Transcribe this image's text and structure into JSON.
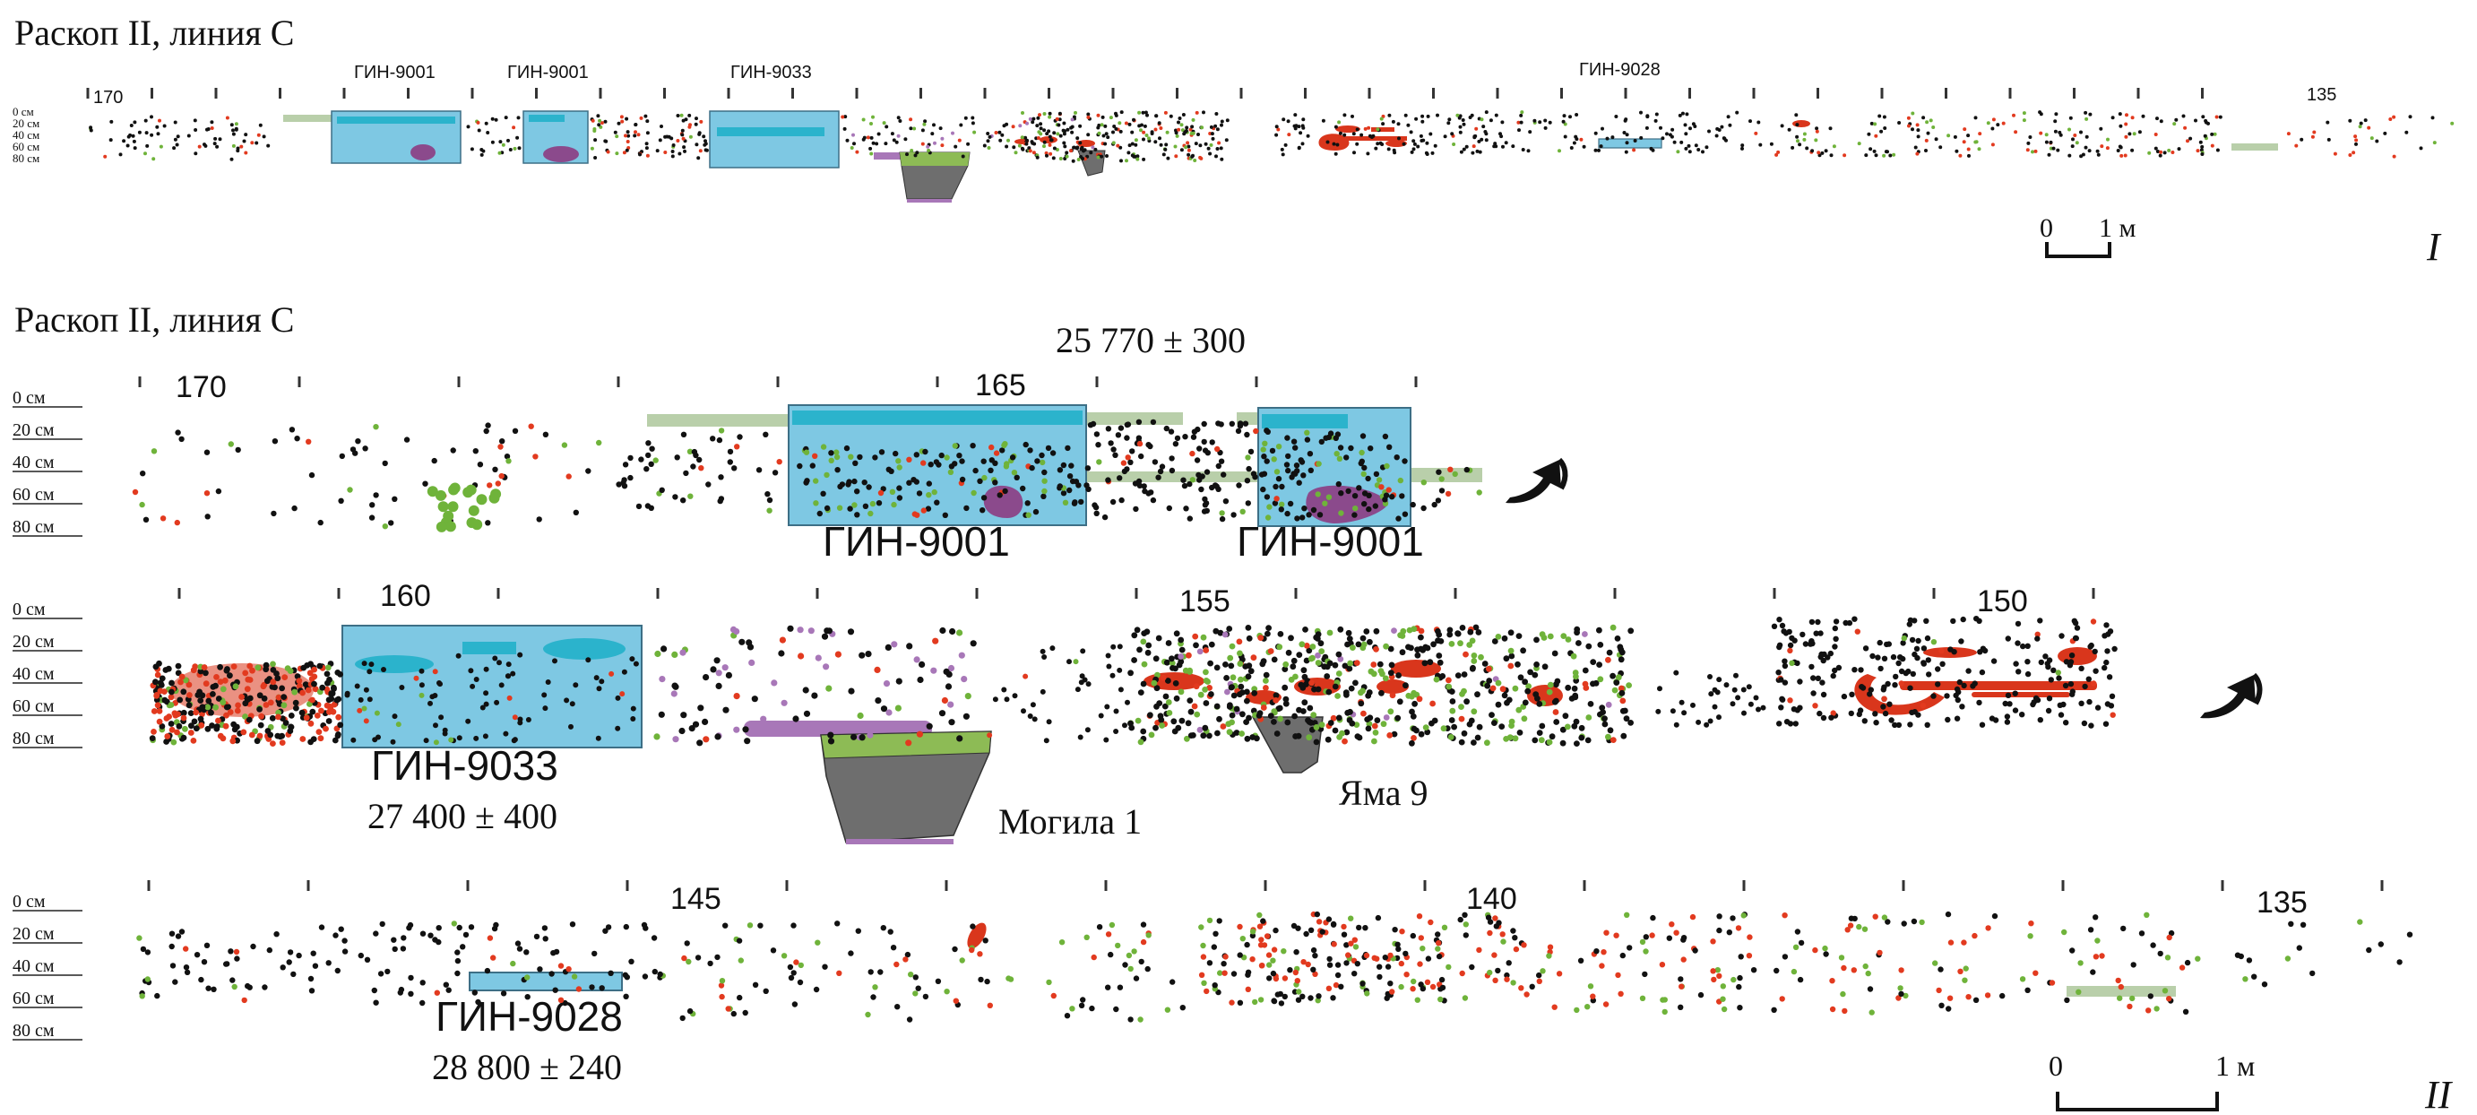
{
  "colors": {
    "sample_box": "#7ec8e3",
    "sample_box_inner": "#2bb3cc",
    "sample_box_border": "#3d6f86",
    "black_point": "#111111",
    "red_point": "#e23a1f",
    "green_point": "#6fb33a",
    "violet_point": "#a877b8",
    "hearth": "#8b4a8c",
    "red_feature": "#d9361c",
    "pale_band": "#b9cfaa",
    "pit_gray": "#6e6e6e",
    "pit_green": "#8dbb55"
  },
  "panel_I": {
    "title": "Раскоп II, линия С",
    "depth_labels": [
      "0 см",
      "20 см",
      "40 см",
      "60 см",
      "80 см"
    ],
    "squares": [
      "170",
      "135"
    ],
    "samples": [
      "ГИН-9001",
      "ГИН-9001",
      "ГИН-9033",
      "ГИН-9028"
    ],
    "scale": {
      "start": "0",
      "end": "1 м"
    },
    "roman": "I"
  },
  "panel_II": {
    "title": "Раскоп II, линия С",
    "depth_labels": [
      "0 см",
      "20 см",
      "40 см",
      "60 см",
      "80 см"
    ],
    "rows": [
      {
        "squares": [
          "170",
          "165"
        ],
        "samples": [
          "ГИН-9001",
          "ГИН-9001"
        ],
        "dates": [
          "25 770 ± 300"
        ]
      },
      {
        "squares": [
          "160",
          "155",
          "150"
        ],
        "samples": [
          "ГИН-9033"
        ],
        "dates": [
          "27 400 ± 400"
        ],
        "features": [
          "Могила 1",
          "Яма 9"
        ]
      },
      {
        "squares": [
          "145",
          "140",
          "135"
        ],
        "samples": [
          "ГИН-9028"
        ],
        "dates": [
          "28 800 ± 240"
        ]
      }
    ],
    "scale": {
      "start": "0",
      "end": "1 м"
    },
    "roman": "II"
  },
  "turn_arrows": [
    "curved-arrow",
    "curved-arrow"
  ]
}
